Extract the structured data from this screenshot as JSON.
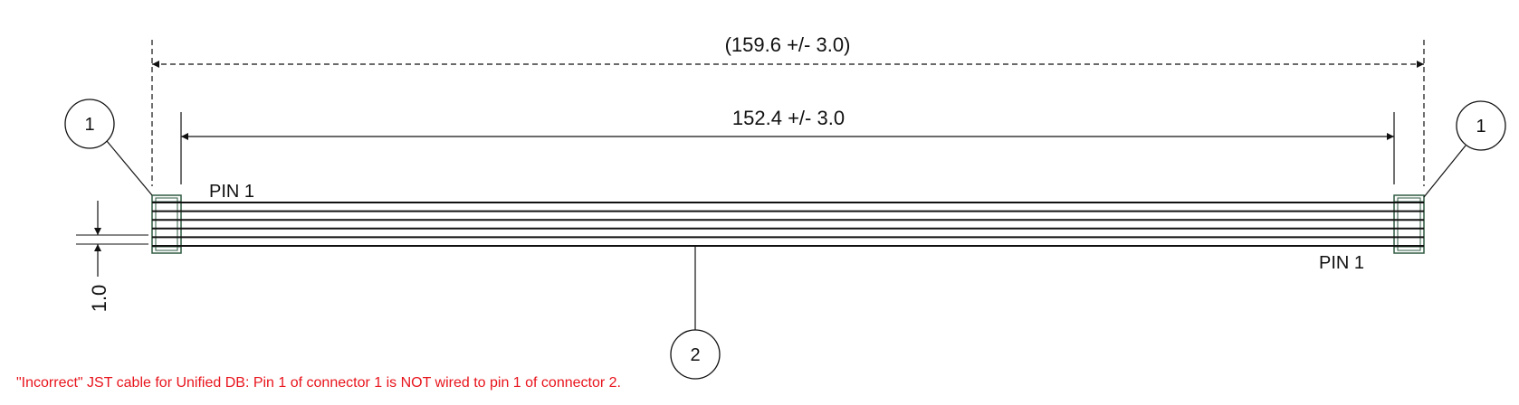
{
  "dimensions": {
    "overall_length": "(159.6 +/- 3.0)",
    "cable_length": "152.4 +/- 3.0",
    "pitch": "1.0"
  },
  "labels": {
    "pin1_left": "PIN 1",
    "pin1_right": "PIN 1"
  },
  "balloons": {
    "connector_left": "1",
    "connector_right": "1",
    "cable": "2"
  },
  "note": {
    "text": "\"Incorrect\" JST cable for Unified DB: Pin 1 of connector 1 is NOT wired to pin 1 of connector 2.",
    "color": "#e8141c"
  },
  "colors": {
    "line": "#111111",
    "connector": "#2f5a40"
  }
}
